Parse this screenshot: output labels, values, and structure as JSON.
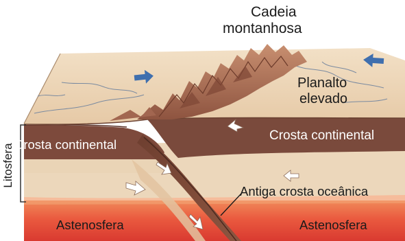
{
  "labels": {
    "mountain_range_line1": "Cadeia",
    "mountain_range_line2": "montanhosa",
    "plateau_line1": "Planalto",
    "plateau_line2": "elevado",
    "continental_crust_left": "Crosta continental",
    "continental_crust_right": "Crosta continental",
    "ancient_oceanic_crust": "Antiga crosta oceânica",
    "asthenosphere_left": "Astenosfera",
    "asthenosphere_right": "Astenosfera",
    "lithosphere": "Litosfera"
  },
  "colors": {
    "asthenosphere": "#e8473a",
    "lithosphere_mantle": "#ecd5b8",
    "continental_crust": "#7a4a3c",
    "surface": "#eed7ba",
    "mountains": "#a76a50",
    "arrow_blue": "#3f6fae",
    "arrow_white": "#ffffff"
  }
}
